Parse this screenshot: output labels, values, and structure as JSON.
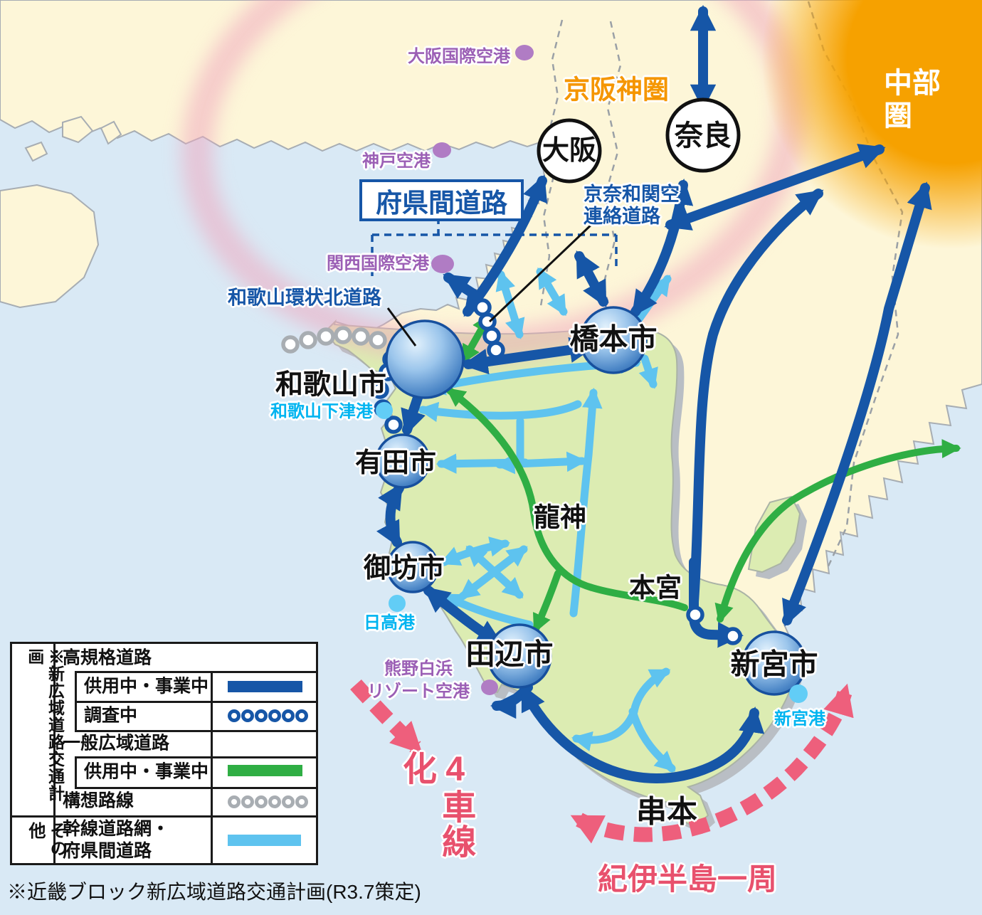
{
  "regions": {
    "keihanshin": "京阪神圏",
    "chubu": "中部圏"
  },
  "hubs": {
    "osaka": "大阪",
    "nara": "奈良"
  },
  "cities": {
    "wakayama": "和歌山市",
    "hashimoto": "橋本市",
    "arida": "有田市",
    "gobo": "御坊市",
    "tanabe": "田辺市",
    "shingu": "新宮市"
  },
  "areas": {
    "ryujin": "龍神",
    "hongu": "本宮",
    "kushimoto": "串本"
  },
  "airports": {
    "itami": "大阪国際空港",
    "kobe": "神戸空港",
    "kansai": "関西国際空港",
    "shirahama": "熊野白浜\nリゾート空港"
  },
  "ports": {
    "shimotsu": "和歌山下津港",
    "hidaka": "日高港",
    "shingu": "新宮港"
  },
  "road_labels": {
    "fukenkan": "府県間道路",
    "keinawa": "京奈和関空\n連絡道路",
    "kanjo": "和歌山環状北道路"
  },
  "callouts": {
    "yonshasen": "4車線化",
    "kii_loop": "紀伊半島一周"
  },
  "legend": {
    "group_plan": "※新広域道路交通計画",
    "group_other": "その他",
    "high_standard": "高規格道路",
    "in_service_1": "供用中・事業中",
    "under_survey": "調査中",
    "general_wide": "一般広域道路",
    "in_service_2": "供用中・事業中",
    "concept_route": "構想路線",
    "trunk_network": "幹線道路網・\n府県間道路"
  },
  "footer": "※近畿ブロック新広域道路交通計画(R3.7策定)",
  "colors": {
    "expressway_blue": "#1656a7",
    "general_green": "#2fae44",
    "trunk_lightblue": "#5ec3ef",
    "concept_gray": "#a8adb2",
    "highlight_pink": "#ee5f7c",
    "region_orange": "#f59600",
    "airport_purple": "#9b5fb5",
    "port_blue": "#00b4f0",
    "sea": "#d9e9f5",
    "land": "#fdf6d8",
    "wakayama_green": "#dcecb2"
  }
}
